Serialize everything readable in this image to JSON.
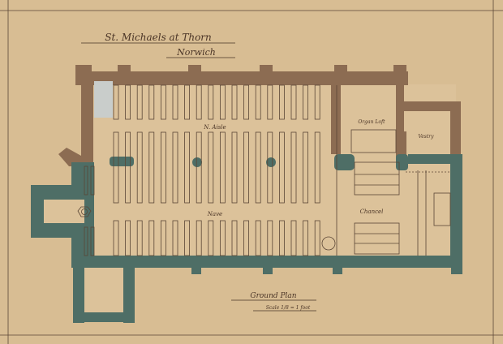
{
  "title": {
    "line1": "St. Michaels at Thorn",
    "line2": "Norwich"
  },
  "rooms": {
    "north_aisle": "N. Aisle",
    "nave": "Nave",
    "organ_loft": "Organ Loft",
    "vestry": "Vestry",
    "chancel": "Chancel"
  },
  "caption": {
    "title": "Ground Plan",
    "scale": "Scale 1/8 = 1 foot"
  },
  "colors": {
    "paper": "#d8bd93",
    "old_wall": "#8c6c52",
    "new_wall": "#4e6e66",
    "ink": "#4a3426"
  }
}
